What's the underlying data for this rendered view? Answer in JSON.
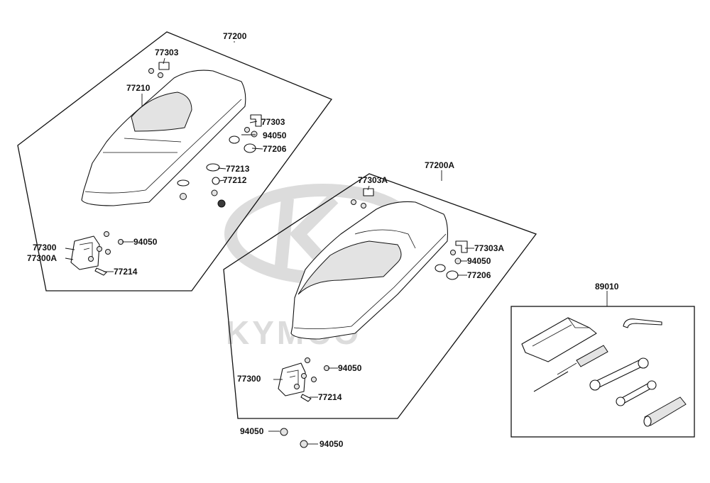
{
  "diagram": {
    "watermark_text": "KYMCO",
    "groups": {
      "seat_a": "77200",
      "seat_b": "77200A",
      "toolkit": "89010"
    },
    "labels_a": {
      "l77303_top": "77303",
      "l77210": "77210",
      "l77303_right": "77303",
      "l94050_right": "94050",
      "l77206": "77206",
      "l77213": "77213",
      "l77212": "77212",
      "l77300": "77300",
      "l77300a": "77300A",
      "l94050_lock": "94050",
      "l77214": "77214"
    },
    "labels_b": {
      "l77303a_top": "77303A",
      "l77303a_right": "77303A",
      "l94050_right": "94050",
      "l77206": "77206",
      "l77300": "77300",
      "l94050_lock": "94050",
      "l77214": "77214"
    },
    "labels_loose": {
      "l94050_1": "94050",
      "l94050_2": "94050"
    }
  }
}
